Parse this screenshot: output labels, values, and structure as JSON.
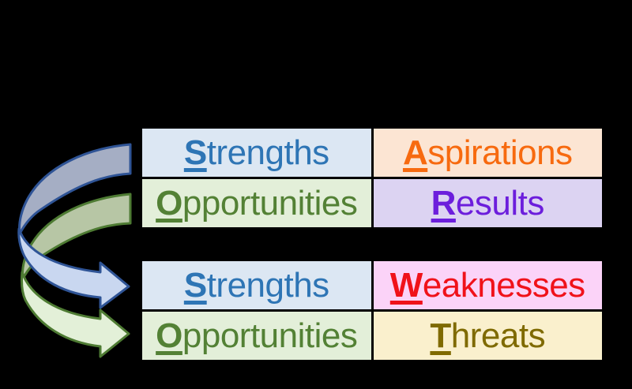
{
  "background_color": "#000000",
  "tables": [
    {
      "id": "soar",
      "cells": [
        {
          "first_letter": "S",
          "rest": "trengths",
          "text_color": "#2E75B5",
          "bg_color": "#DCE7F3"
        },
        {
          "first_letter": "A",
          "rest": "spirations",
          "text_color": "#F76A0F",
          "bg_color": "#FCE5D3"
        },
        {
          "first_letter": "O",
          "rest": "pportunities",
          "text_color": "#538135",
          "bg_color": "#E3EFD9"
        },
        {
          "first_letter": "R",
          "rest": "esults",
          "text_color": "#6C1EDC",
          "bg_color": "#DCD3F2"
        }
      ]
    },
    {
      "id": "swot",
      "cells": [
        {
          "first_letter": "S",
          "rest": "trengths",
          "text_color": "#2E75B5",
          "bg_color": "#DCE7F3"
        },
        {
          "first_letter": "W",
          "rest": "eaknesses",
          "text_color": "#F0121A",
          "bg_color": "#FBD3F8"
        },
        {
          "first_letter": "O",
          "rest": "pportunities",
          "text_color": "#538135",
          "bg_color": "#E3EFD9"
        },
        {
          "first_letter": "T",
          "rest": "hreats",
          "text_color": "#7F6A00",
          "bg_color": "#FAF0CD"
        }
      ]
    }
  ],
  "arrows": [
    {
      "id": "strengths-to-strengths",
      "stroke": "#2F5496",
      "back_fill": "#A5AEC4",
      "front_fill": "#C9D7F0"
    },
    {
      "id": "opportunities-to-opportunities",
      "stroke": "#4E7B33",
      "back_fill": "#B7C6A5",
      "front_fill": "#E3F0D8"
    }
  ]
}
